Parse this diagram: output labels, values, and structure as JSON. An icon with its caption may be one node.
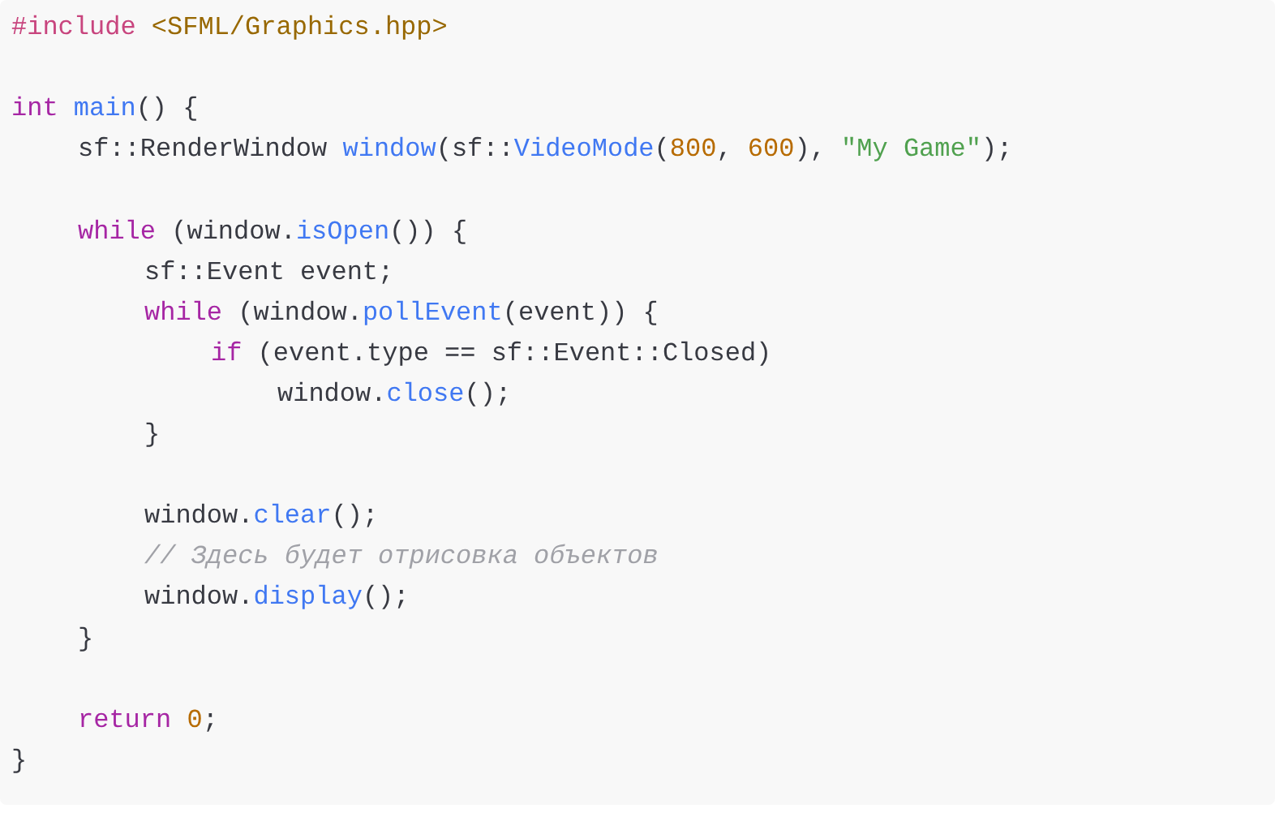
{
  "diagram": {
    "labels": [
      "#include <SFML/Graphics.hpp>",
      "int main() {",
      "sf::RenderWindow window(sf::VideoMode(800, 600), \"My Game\");",
      "while (window.isOpen()) {",
      "sf::Event event;",
      "while (window.pollEvent(event)) {",
      "if (event.type == sf::Event::Closed)",
      "window.close();",
      "}",
      "window.clear();",
      "// Здесь будет отрисовка объектов",
      "window.display();",
      "}",
      "return 0;",
      "}"
    ]
  }
}
